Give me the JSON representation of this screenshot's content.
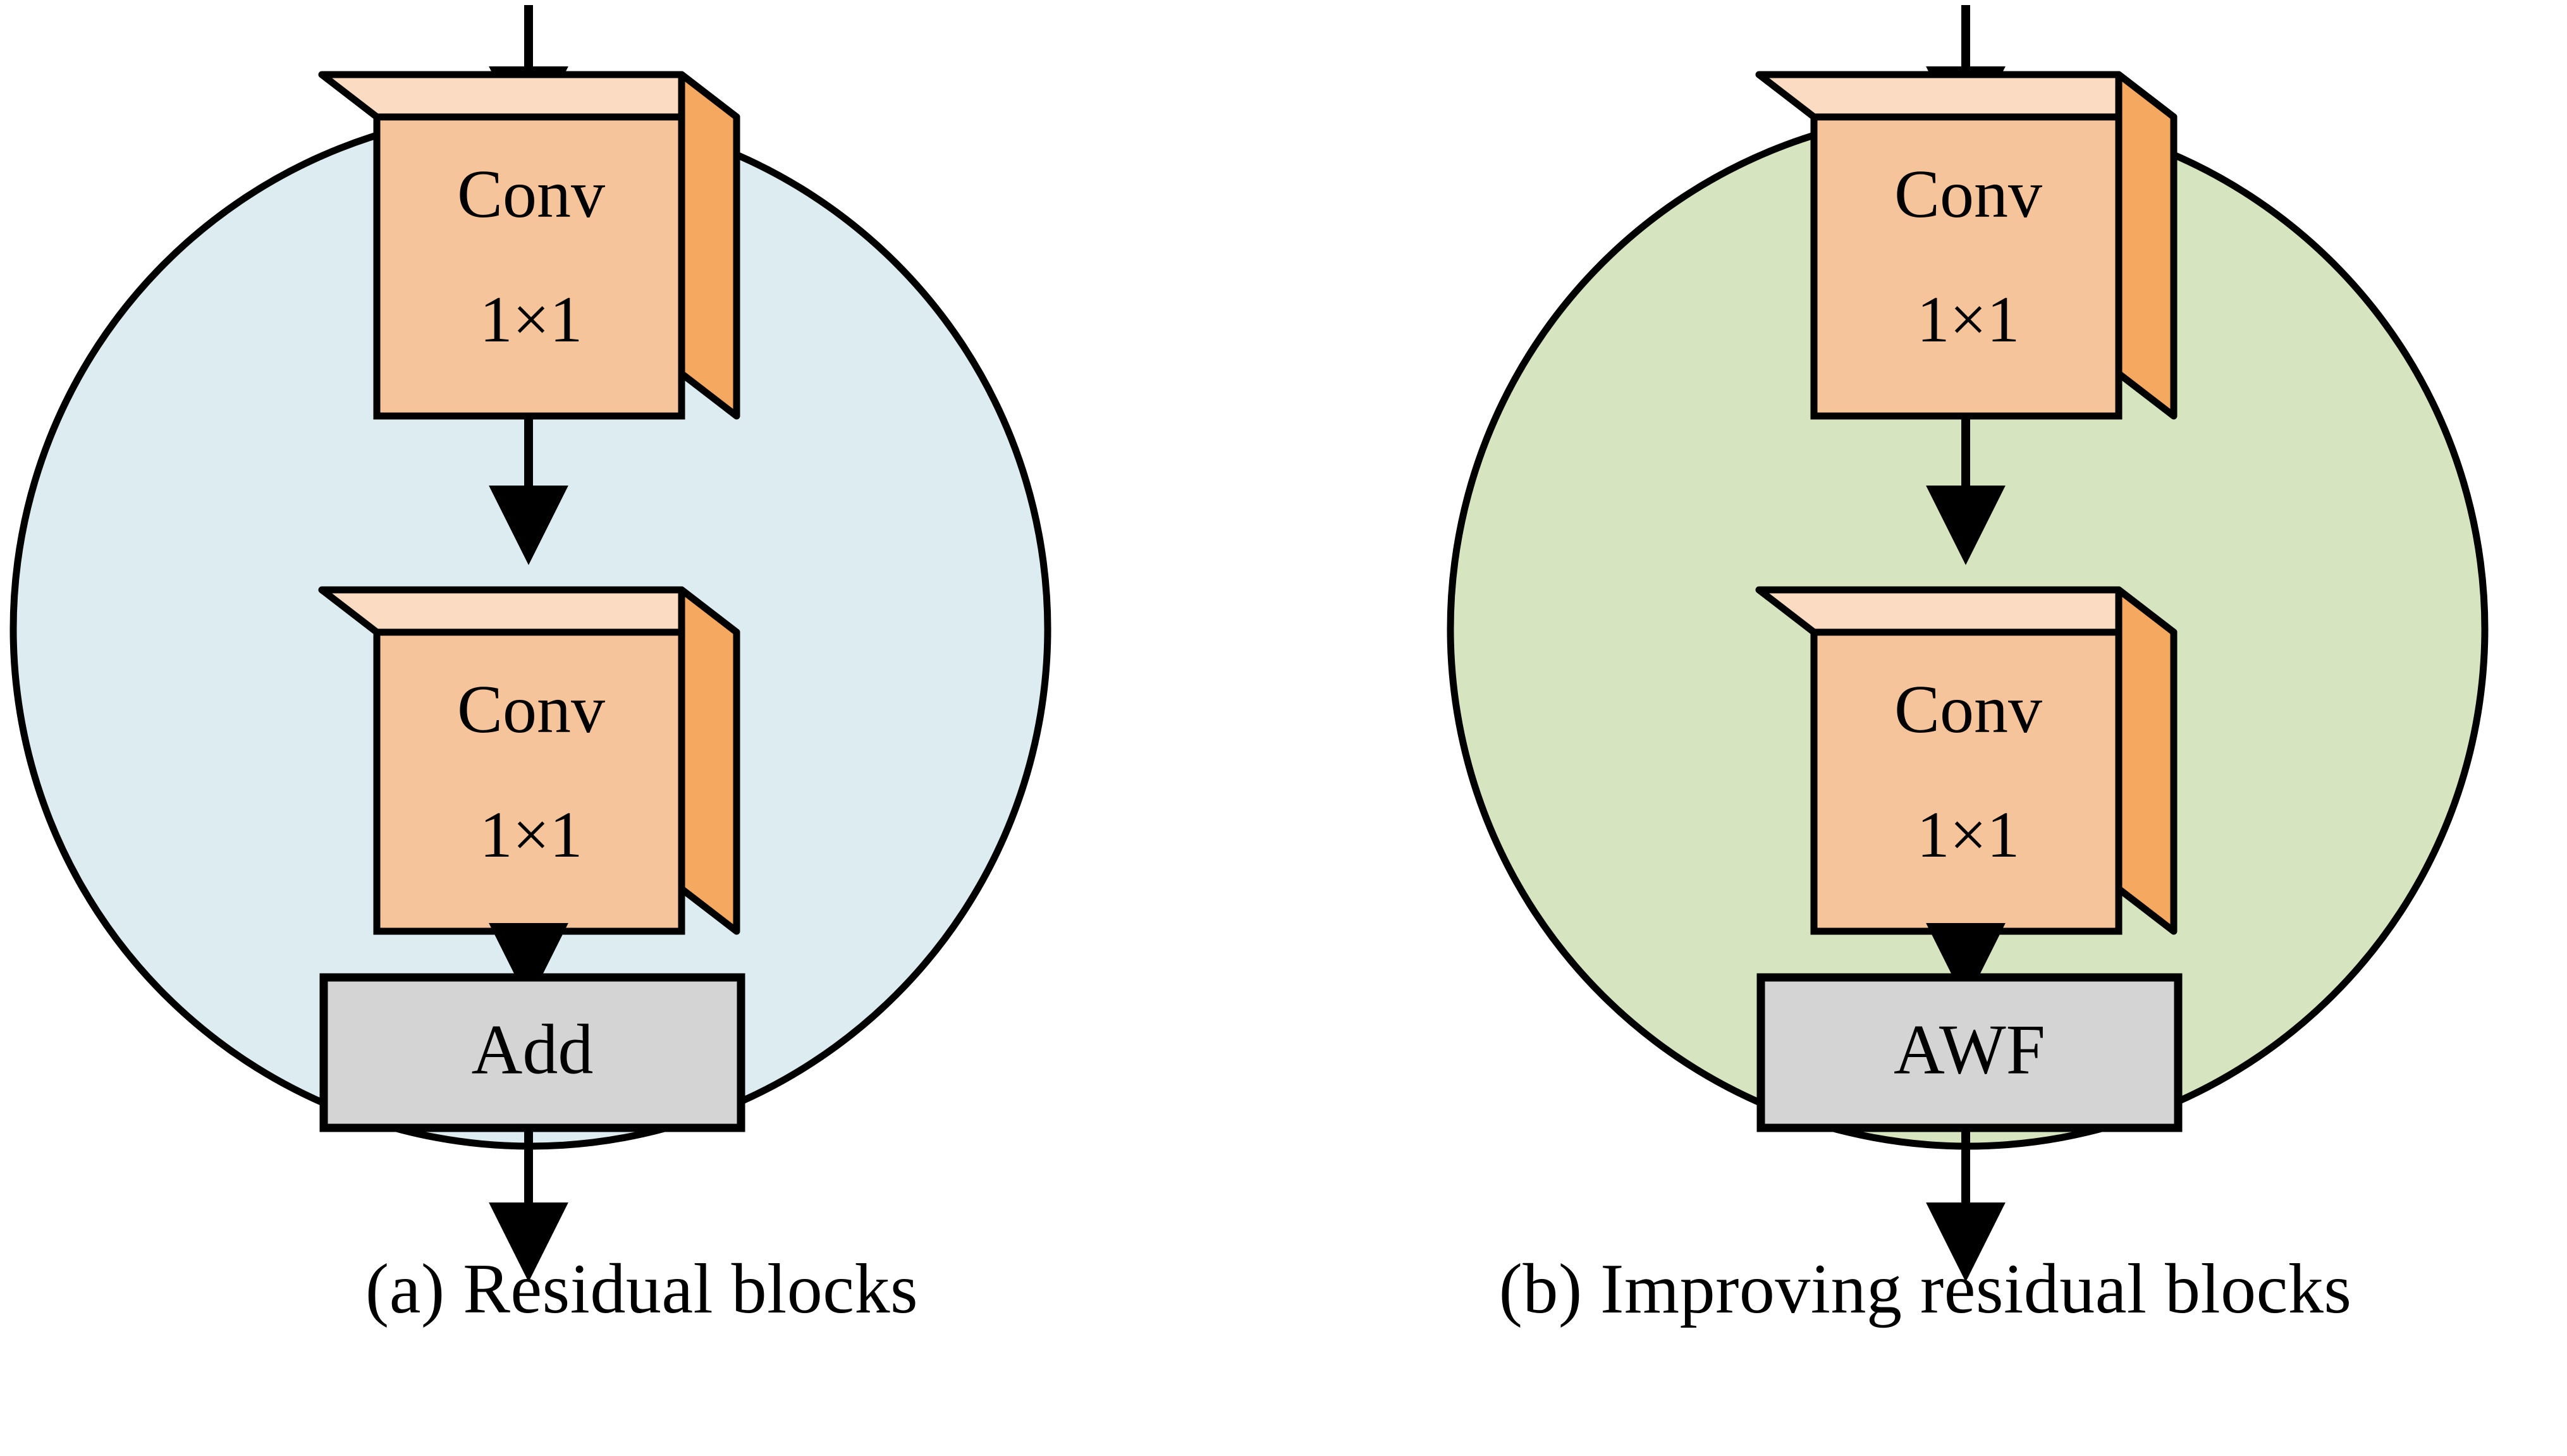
{
  "figure": {
    "type": "diagram",
    "description": "Side-by-side comparison of a standard residual block and an improved residual block",
    "background_color": "#FFFFFF"
  },
  "palette": {
    "circle_blue_fill": "#DCECF1",
    "circle_green_fill": "#D6E4BF",
    "box_front": "#F6C49A",
    "box_top": "#FBDCC2",
    "box_side": "#F4A860",
    "merge_box_fill": "#D4D4D4",
    "stroke": "#000000"
  },
  "panels": [
    {
      "id": "a",
      "caption": "(a) Residual blocks",
      "circle_color": "#DCECF1",
      "nodes": [
        {
          "id": "conv1",
          "kind": "conv3d-box",
          "line1": "Conv",
          "line2": "1×1"
        },
        {
          "id": "conv2",
          "kind": "conv3d-box",
          "line1": "Conv",
          "line2": "1×1"
        },
        {
          "id": "merge",
          "kind": "merge-box",
          "label": "Add"
        }
      ],
      "edges": [
        {
          "from": "input",
          "to": "conv1",
          "style": "arrow-down"
        },
        {
          "from": "conv1",
          "to": "conv2",
          "style": "arrow-down"
        },
        {
          "from": "conv2",
          "to": "merge",
          "style": "arrow-down"
        },
        {
          "from": "merge",
          "to": "output",
          "style": "arrow-down"
        }
      ]
    },
    {
      "id": "b",
      "caption": "(b) Improving residual blocks",
      "circle_color": "#D6E4BF",
      "nodes": [
        {
          "id": "conv1",
          "kind": "conv3d-box",
          "line1": "Conv",
          "line2": "1×1"
        },
        {
          "id": "conv2",
          "kind": "conv3d-box",
          "line1": "Conv",
          "line2": "1×1"
        },
        {
          "id": "merge",
          "kind": "merge-box",
          "label": "AWF"
        }
      ],
      "edges": [
        {
          "from": "input",
          "to": "conv1",
          "style": "arrow-down"
        },
        {
          "from": "conv1",
          "to": "conv2",
          "style": "arrow-down"
        },
        {
          "from": "conv2",
          "to": "merge",
          "style": "arrow-down"
        },
        {
          "from": "merge",
          "to": "output",
          "style": "arrow-down"
        }
      ]
    }
  ]
}
